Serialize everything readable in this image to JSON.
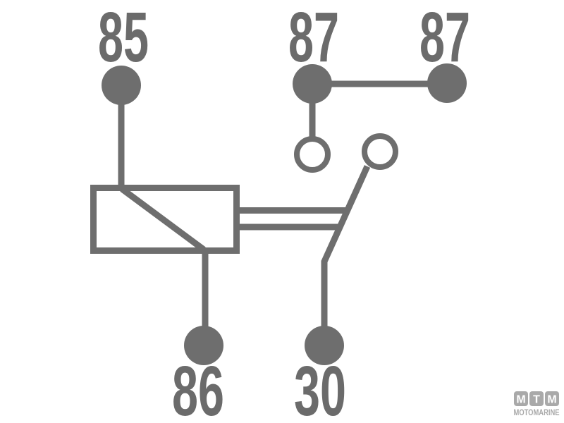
{
  "diagram": {
    "type": "relay-wiring-schematic",
    "colors": {
      "line": "#6e6e6e",
      "label": "#6b6b6b",
      "logo": "#a9a9a9",
      "background": "#ffffff"
    },
    "terminals": {
      "t85": {
        "label": "85"
      },
      "t87a": {
        "label": "87"
      },
      "t87b": {
        "label": "87"
      },
      "t86": {
        "label": "86"
      },
      "t30": {
        "label": "30"
      }
    }
  },
  "logo": {
    "badges": [
      "M",
      "T",
      "M"
    ],
    "name": "MOTOMARINE"
  }
}
